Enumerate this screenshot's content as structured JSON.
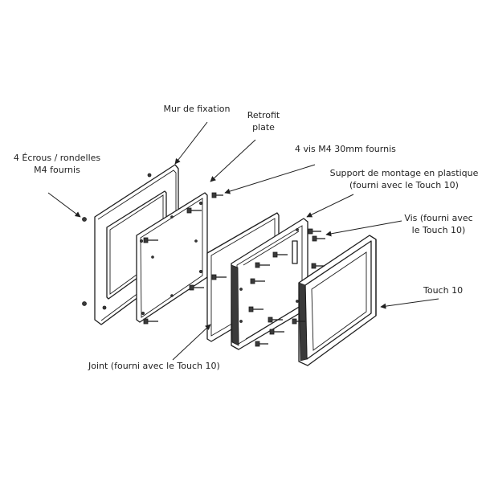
{
  "labels": {
    "mur_de_fixation": "Mur de fixation",
    "retrofit_plate_line1": "Retrofit",
    "retrofit_plate_line2": "plate",
    "ecrous_line1": "4 Écrous / rondelles",
    "ecrous_line2": "M4 fournis",
    "vis_m4": "4 vis M4 30mm fournis",
    "support_line1": "Support de montage en plastique",
    "support_line2": "(fourni avec le Touch 10)",
    "vis_fourni_line1": "Vis (fourni avec",
    "vis_fourni_line2": "le Touch 10)",
    "touch10": "Touch 10",
    "joint": "Joint (fourni avec le Touch 10)"
  },
  "colors": {
    "line": "#1f1f1f",
    "text": "#222222",
    "background": "#ffffff"
  }
}
